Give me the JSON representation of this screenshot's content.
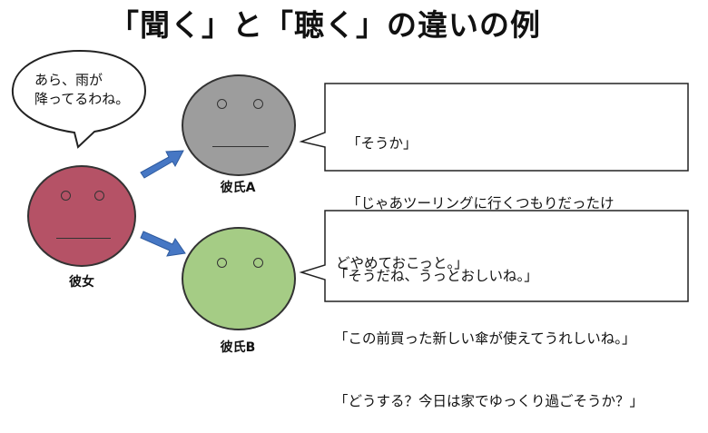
{
  "title": "「聞く」と「聴く」の違いの例",
  "speech": {
    "line1": "あら、雨が",
    "line2": "降ってるわね。"
  },
  "people": {
    "girlfriend": {
      "label": "彼女",
      "color": "#b55266"
    },
    "boyfriend_a": {
      "label": "彼氏A",
      "color": "#9d9d9d"
    },
    "boyfriend_b": {
      "label": "彼氏B",
      "color": "#a5cc85"
    }
  },
  "reply_a": {
    "lines": [
      "「そうか」",
      "「じゃあツーリングに行くつもりだったけ",
      "どやめておこっと。」"
    ]
  },
  "reply_b": {
    "lines": [
      "「そうだね、うっとおしいね。」",
      "「この前買った新しい傘が使えてうれしいね。」",
      "「どうする？今日は家でゆっくり過ごそうか？」"
    ]
  },
  "colors": {
    "arrow": "#4677c4",
    "outline": "#333333"
  }
}
